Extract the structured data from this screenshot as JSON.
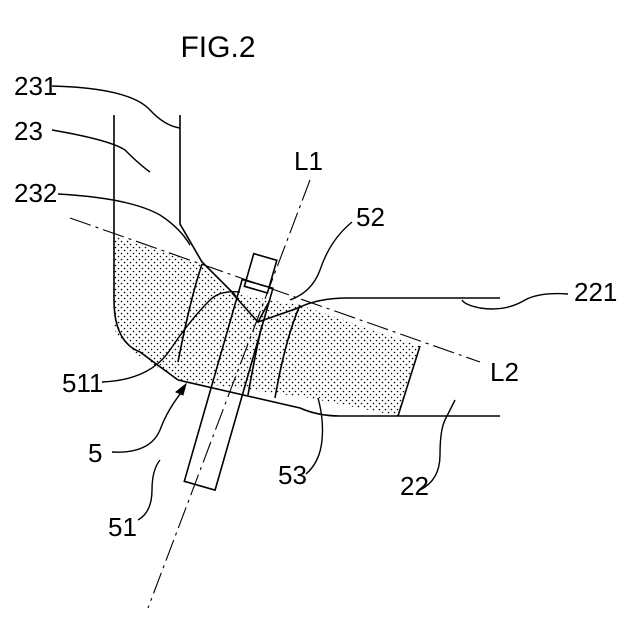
{
  "figure": {
    "title": "FIG.2"
  },
  "labels": {
    "l231": "231",
    "l23": "23",
    "l232": "232",
    "l1": "L1",
    "l52": "52",
    "l221": "221",
    "l511": "511",
    "l2": "L2",
    "l5": "5",
    "l53": "53",
    "l22": "22",
    "l51": "51"
  }
}
